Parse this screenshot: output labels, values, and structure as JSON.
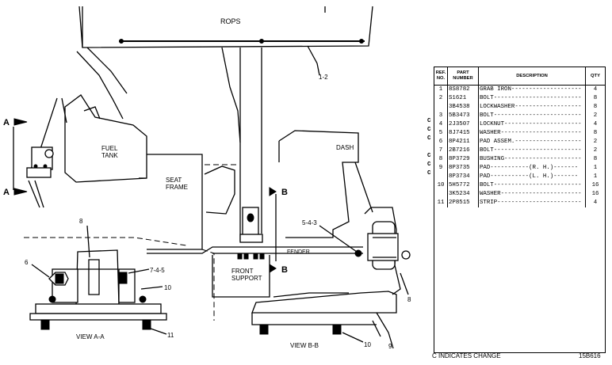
{
  "labels": {
    "rops": "ROPS",
    "fuel_tank": "FUEL\nTANK",
    "seat_frame": "SEAT\nFRAME",
    "dash": "DASH",
    "fender": "FENDER",
    "front_support": "FRONT\nSUPPORT",
    "view_aa": "VIEW A-A",
    "view_bb": "VIEW B-B",
    "section_a": "A",
    "section_b": "B"
  },
  "callouts": {
    "c1_2": "1-2",
    "c5_4_3": "5-4-3",
    "c8a": "8",
    "c8b": "8",
    "c6": "6",
    "c7_4_5": "7-4-5",
    "c10a": "10",
    "c11": "11",
    "c10b": "10",
    "c9": "9"
  },
  "table": {
    "headers": {
      "ref": "REF.\nNO.",
      "part": "PART\nNUMBER",
      "desc": "DESCRIPTION",
      "qty": "QTY"
    },
    "rows": [
      {
        "change": "",
        "ref": "1",
        "part": "8S8782",
        "desc": "GRAB IRON--------------------",
        "qty": "4"
      },
      {
        "change": "",
        "ref": "2",
        "part": "S1621",
        "desc": "BOLT-------------------------",
        "qty": "8"
      },
      {
        "change": "",
        "ref": "",
        "part": "3B4538",
        "desc": "LOCKWASHER-------------------",
        "qty": "8"
      },
      {
        "change": "",
        "ref": "3",
        "part": "5B3473",
        "desc": "BOLT-------------------------",
        "qty": "2"
      },
      {
        "change": "C",
        "ref": "4",
        "part": "2J3507",
        "desc": "LOCKNUT----------------------",
        "qty": "4"
      },
      {
        "change": "C",
        "ref": "5",
        "part": "8J7415",
        "desc": "WASHER-----------------------",
        "qty": "8"
      },
      {
        "change": "C",
        "ref": "6",
        "part": "8P4211",
        "desc": "PAD ASSEM.-------------------",
        "qty": "2"
      },
      {
        "change": "",
        "ref": "7",
        "part": "2B7216",
        "desc": "BOLT-------------------------",
        "qty": "2"
      },
      {
        "change": "C",
        "ref": "8",
        "part": "8P3729",
        "desc": "BUSHING----------------------",
        "qty": "8"
      },
      {
        "change": "C",
        "ref": "9",
        "part": "8P3735",
        "desc": "PAD-----------(R. H.)-------",
        "qty": "1"
      },
      {
        "change": "C",
        "ref": "",
        "part": "8P3734",
        "desc": "PAD-----------(L. H.)-------",
        "qty": "1"
      },
      {
        "change": "",
        "ref": "10",
        "part": "5H5772",
        "desc": "BOLT-------------------------",
        "qty": "16"
      },
      {
        "change": "",
        "ref": "",
        "part": "3K5234",
        "desc": "WASHER-----------------------",
        "qty": "16"
      },
      {
        "change": "",
        "ref": "11",
        "part": "2P8515",
        "desc": "STRIP------------------------",
        "qty": "4"
      }
    ]
  },
  "footer": {
    "change_note": "C INDICATES CHANGE",
    "drawing_number": "15B616"
  }
}
